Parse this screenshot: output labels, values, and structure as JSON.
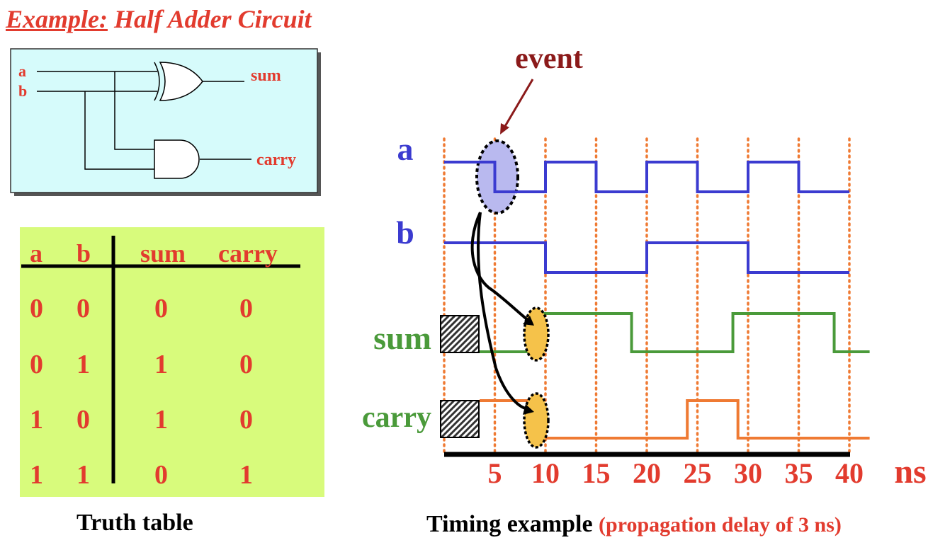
{
  "title": {
    "underlined": "Example:",
    "rest": "Half Adder Circuit"
  },
  "circuit": {
    "input_a": "a",
    "input_b": "b",
    "output_sum": "sum",
    "output_carry": "carry",
    "gates": [
      "xor-gate",
      "and-gate"
    ],
    "background_color": "#d6fbfb"
  },
  "truth_table": {
    "headers": [
      "a",
      "b",
      "sum",
      "carry"
    ],
    "rows": [
      [
        "0",
        "0",
        "0",
        "0"
      ],
      [
        "0",
        "1",
        "1",
        "0"
      ],
      [
        "1",
        "0",
        "1",
        "0"
      ],
      [
        "1",
        "1",
        "0",
        "1"
      ]
    ],
    "caption": "Truth table",
    "background_color": "#d8fb7c"
  },
  "timing": {
    "event_label": "event",
    "signals": [
      {
        "name": "a",
        "color": "#3b3bd0",
        "transitions": [
          [
            0,
            1
          ],
          [
            5,
            0
          ],
          [
            10,
            1
          ],
          [
            15,
            0
          ],
          [
            20,
            1
          ],
          [
            25,
            0
          ],
          [
            30,
            1
          ],
          [
            35,
            0
          ],
          [
            40,
            0
          ]
        ]
      },
      {
        "name": "b",
        "color": "#3b3bd0",
        "transitions": [
          [
            0,
            1
          ],
          [
            10,
            0
          ],
          [
            20,
            1
          ],
          [
            30,
            0
          ],
          [
            40,
            0
          ]
        ]
      },
      {
        "name": "sum",
        "color": "#4a9a3a",
        "transitions": [
          [
            3.5,
            0
          ],
          [
            9.2,
            1
          ],
          [
            18.5,
            0
          ],
          [
            28.5,
            1
          ],
          [
            38.5,
            0
          ],
          [
            42,
            0
          ]
        ]
      },
      {
        "name": "carry",
        "color": "#4a9a3a",
        "transitions": [
          [
            3.5,
            1
          ],
          [
            9.2,
            0
          ],
          [
            24,
            1
          ],
          [
            29,
            0
          ],
          [
            42,
            0
          ]
        ]
      }
    ],
    "x_ticks": [
      "5",
      "10",
      "15",
      "20",
      "25",
      "30",
      "35",
      "40"
    ],
    "x_unit": "ns",
    "caption": "Timing example",
    "caption_note": "(propagation delay of 3 ns)"
  }
}
